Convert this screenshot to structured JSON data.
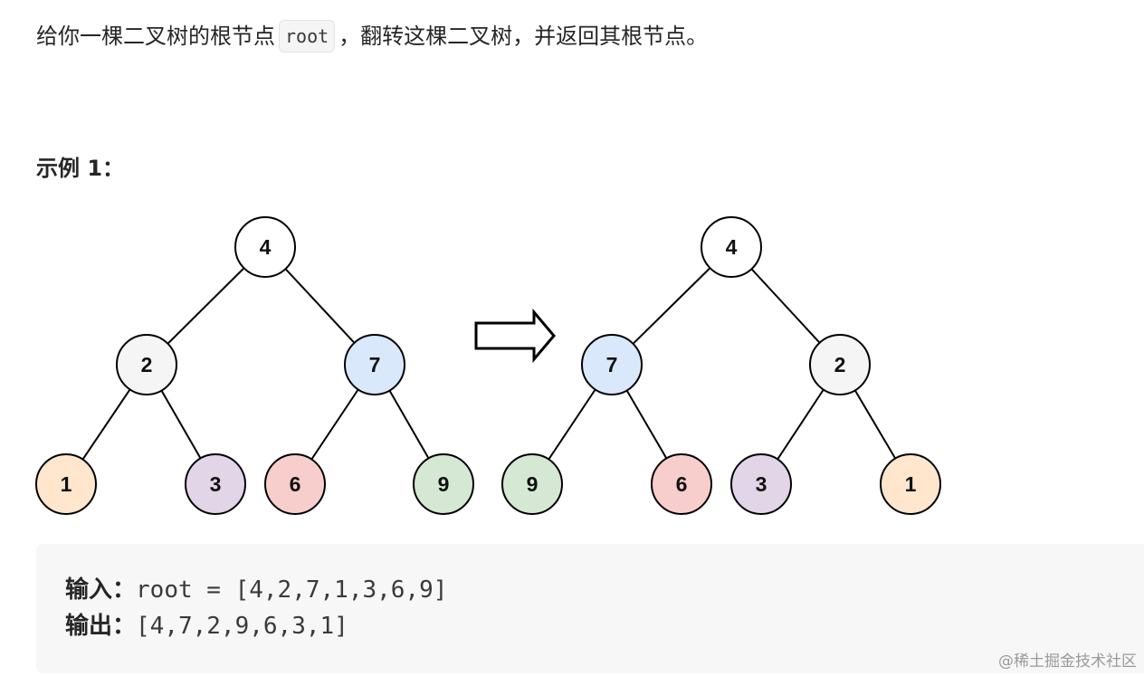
{
  "problem": {
    "text_before": "给你一棵二叉树的根节点",
    "code": "root",
    "text_after": "，翻转这棵二叉树，并返回其根节点。"
  },
  "example": {
    "title": "示例 1："
  },
  "diagram": {
    "tree_before": {
      "root": "4",
      "level2": [
        "2",
        "7"
      ],
      "level3": [
        "1",
        "3",
        "6",
        "9"
      ]
    },
    "tree_after": {
      "root": "4",
      "level2": [
        "7",
        "2"
      ],
      "level3": [
        "9",
        "6",
        "3",
        "1"
      ]
    },
    "node_colors": {
      "4": "#ffffff",
      "2": "#f5f5f5",
      "7": "#dae8fc",
      "1": "#ffe6cc",
      "3": "#e1d5e7",
      "6": "#f8cecc",
      "9": "#d5e8d4"
    },
    "arrow_icon": "right-arrow-icon"
  },
  "io": {
    "input_label": "输入：",
    "input_value": "root = [4,2,7,1,3,6,9]",
    "output_label": "输出：",
    "output_value": "[4,7,2,9,6,3,1]"
  },
  "watermark": "@稀土掘金技术社区"
}
